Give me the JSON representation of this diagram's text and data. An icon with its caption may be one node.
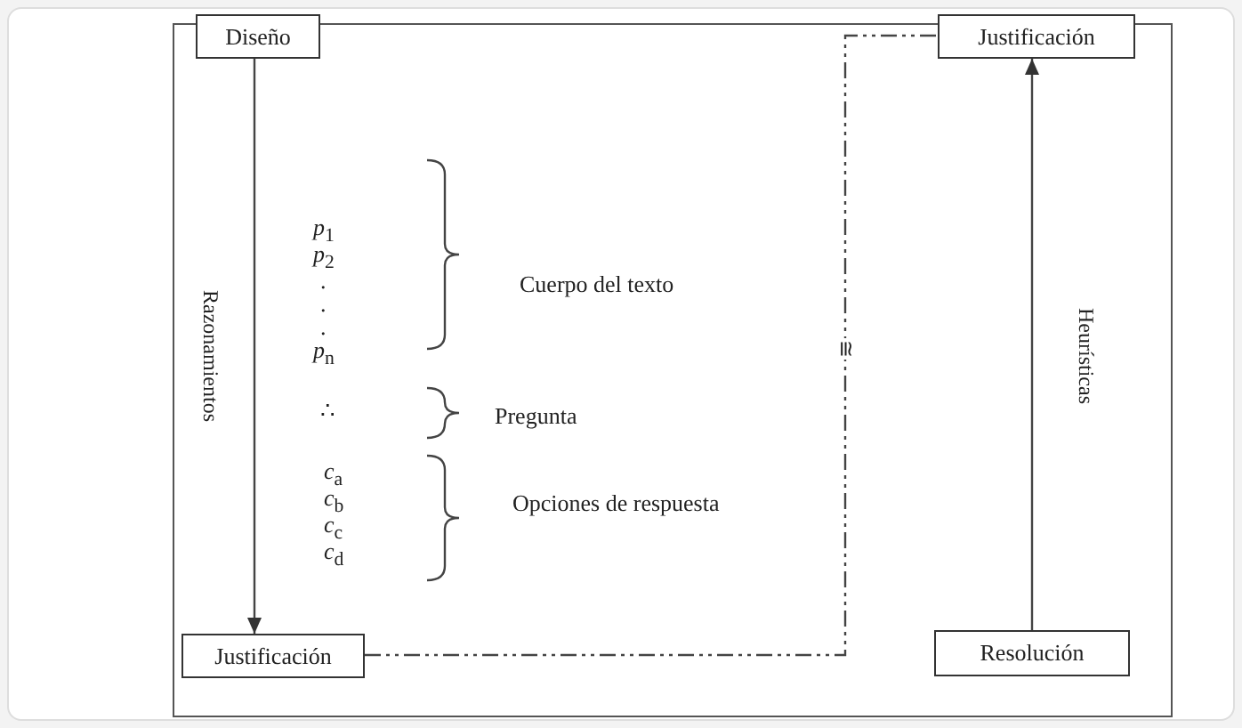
{
  "diagram": {
    "nodes": [
      {
        "text": [
          "Diseño"
        ]
      },
      {
        "text": [
          "Justificación"
        ]
      },
      {
        "text": [
          "Justificación"
        ]
      },
      {
        "text": [
          "Resolución"
        ]
      }
    ],
    "edges": [
      {
        "from": 0,
        "to": 1,
        "arrow": "to",
        "label": "Razonamientos"
      },
      {
        "from": 1,
        "to": 2,
        "arrow": "none",
        "style": "dashed",
        "label": "≅"
      },
      {
        "from": 3,
        "to": 2,
        "arrow": "to",
        "label": "Heurísticas"
      }
    ],
    "labels": [
      "*p*$_{1}$",
      "*p*$_{2}$",
      ".",
      ".",
      ".",
      "*p*$_{n}$",
      "Cuerpo del texto",
      "∴",
      "Pregunta",
      "*c*$_{a}$",
      "*c*$_{b}$",
      "*c*$_{c}$",
      "*c*$_{d}$",
      "Opciones de respuesta"
    ]
  }
}
